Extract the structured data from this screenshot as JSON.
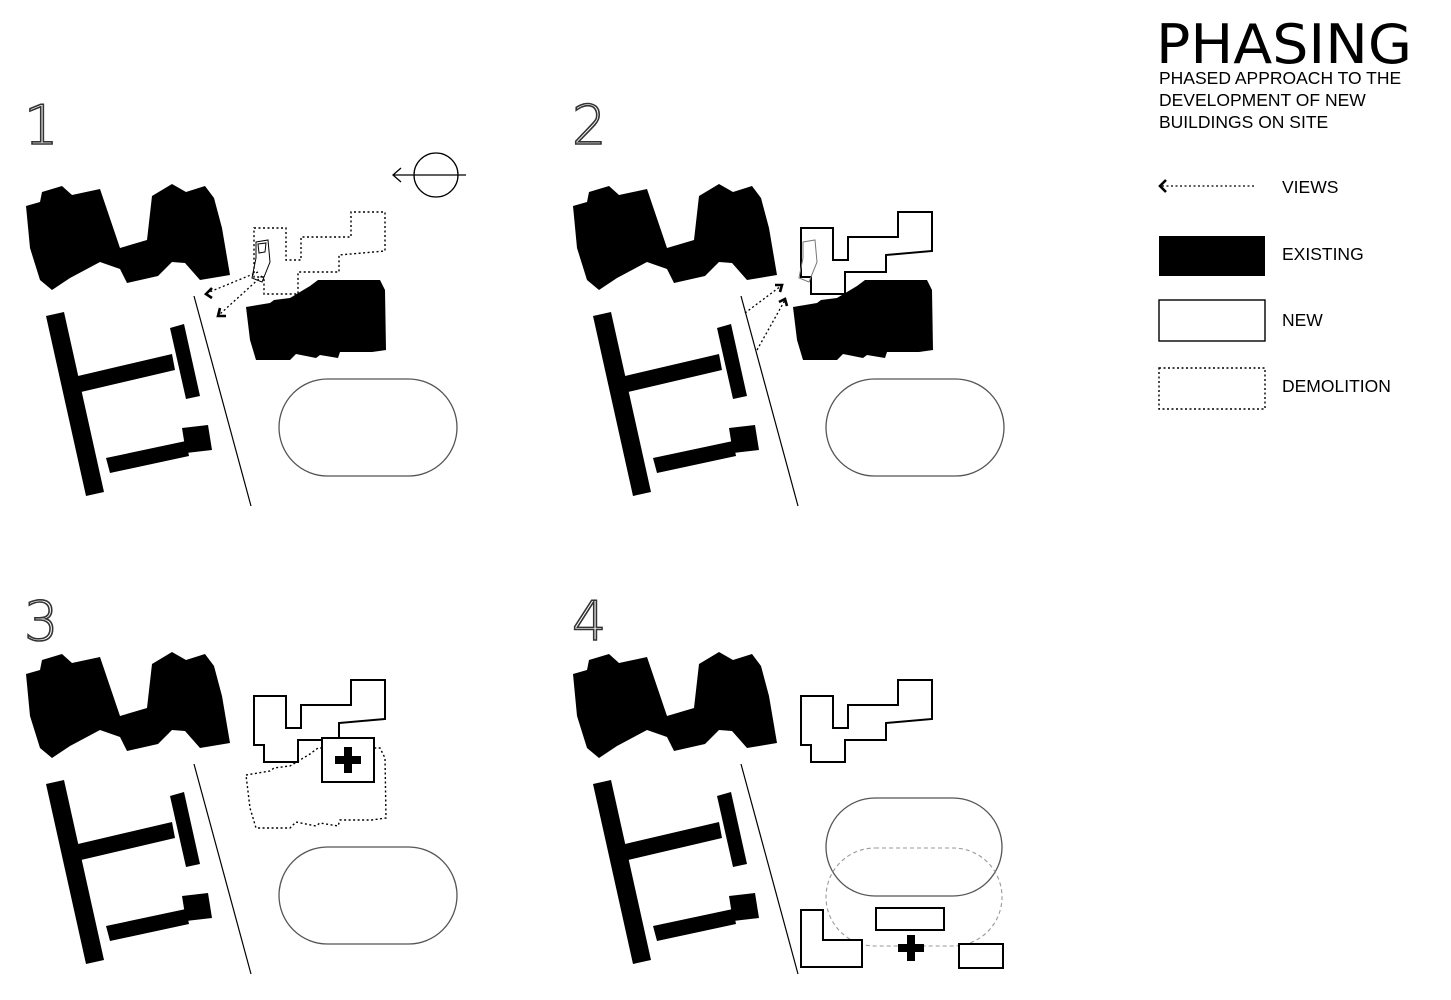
{
  "title": "PHASING",
  "subtitle_lines": [
    "PHASED APPROACH TO THE",
    "DEVELOPMENT OF NEW",
    "BUILDINGS ON SITE"
  ],
  "legend": {
    "views": "VIEWS",
    "existing": "EXISTING",
    "new": "NEW",
    "demolition": "DEMOLITION"
  },
  "phases": [
    {
      "label": "1"
    },
    {
      "label": "2"
    },
    {
      "label": "3"
    },
    {
      "label": "4"
    }
  ],
  "icons": {
    "north": "north-arrow-icon",
    "cross": "medical-cross-icon"
  },
  "colors": {
    "ink": "#000000",
    "paper": "#ffffff"
  }
}
